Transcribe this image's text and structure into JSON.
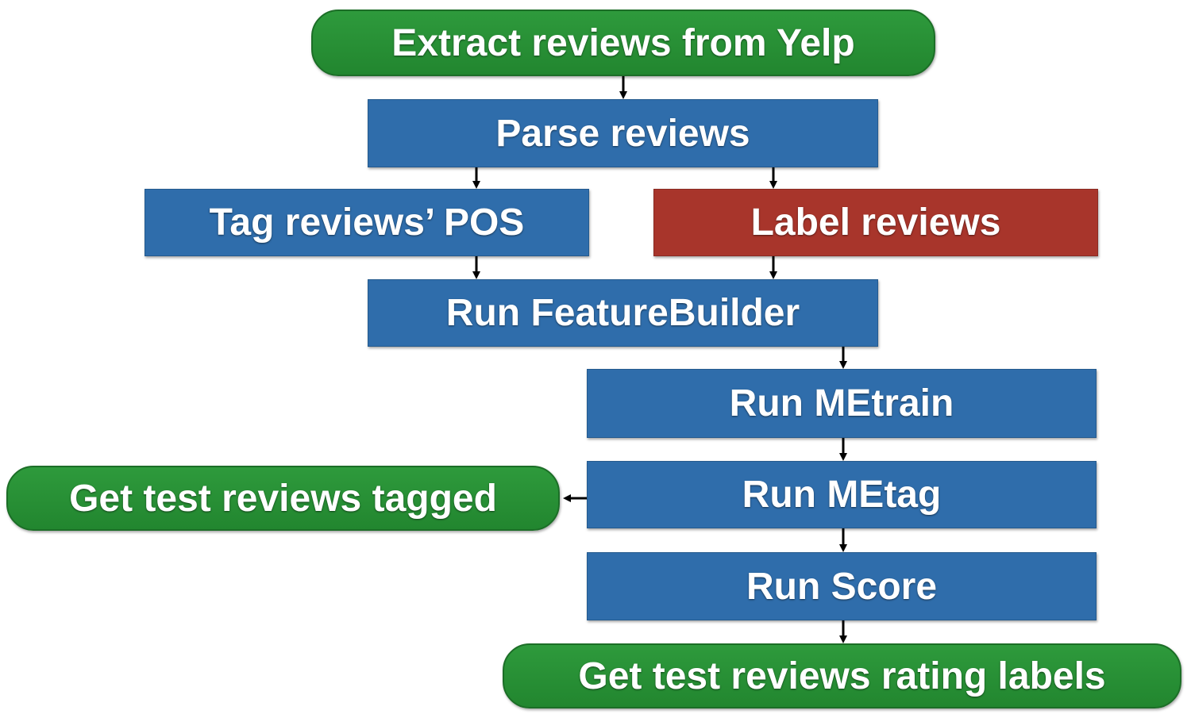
{
  "nodes": {
    "extract": "Extract reviews from Yelp",
    "parse": "Parse reviews",
    "tag_pos": "Tag reviews’ POS",
    "label": "Label reviews",
    "feature_builder": "Run FeatureBuilder",
    "metrain": "Run MEtrain",
    "metag": "Run MEtag",
    "score": "Run Score",
    "tagged": "Get test reviews tagged",
    "rating_labels": "Get test reviews rating labels"
  },
  "colors": {
    "terminal": "#2e9a3c",
    "process": "#2f6dab",
    "highlight": "#a8352b",
    "arrow": "#000000"
  }
}
